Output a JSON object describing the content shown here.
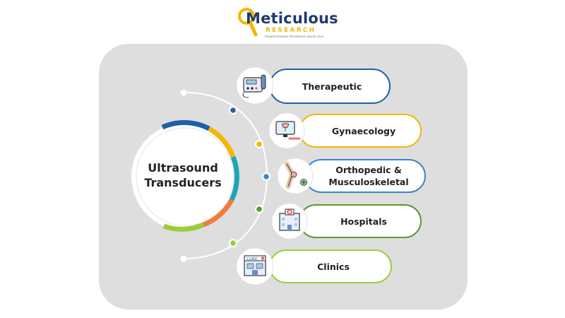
{
  "logo": {
    "name": "Meticulous",
    "sub": "RESEARCH",
    "tagline": "TRANSFORMING REVENUES SINCE 2010"
  },
  "diagram": {
    "center_line1": "Ultrasound",
    "center_line2": "Transducers",
    "items": [
      {
        "label": "Therapeutic",
        "color": "#1f5fa6",
        "icon": "ultrasound-therapy-device-icon"
      },
      {
        "label": "Gynaecology",
        "color": "#f2b705",
        "icon": "gynecology-ultrasound-monitor-icon"
      },
      {
        "label_line1": "Orthopedic &",
        "label_line2": "Musculoskeletal",
        "color": "#3a86c8",
        "icon": "knee-joint-icon"
      },
      {
        "label": "Hospitals",
        "color": "#5a9a2e",
        "icon": "hospital-building-icon"
      },
      {
        "label": "Clinics",
        "color": "#9ccc3c",
        "icon": "clinic-building-icon"
      }
    ]
  },
  "colors": {
    "panel": "#dedede",
    "arc_teal": "#1aa6b7",
    "arc_orange": "#f07c3c"
  }
}
